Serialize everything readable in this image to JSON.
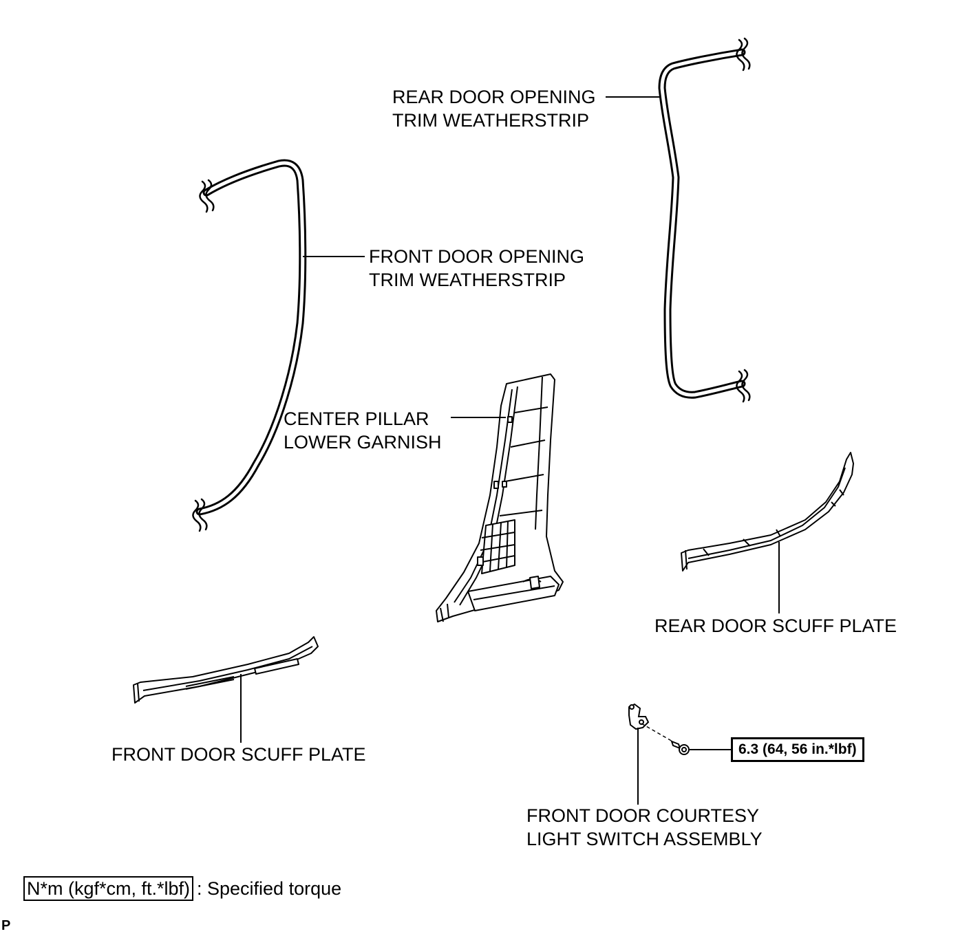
{
  "labels": {
    "rear_door_opening_trim_weatherstrip": [
      "REAR DOOR OPENING",
      "TRIM WEATHERSTRIP"
    ],
    "front_door_opening_trim_weatherstrip": [
      "FRONT DOOR OPENING",
      "TRIM WEATHERSTRIP"
    ],
    "center_pillar_lower_garnish": [
      "CENTER PILLAR",
      "LOWER GARNISH"
    ],
    "rear_door_scuff_plate": "REAR DOOR SCUFF PLATE",
    "front_door_scuff_plate": "FRONT DOOR SCUFF PLATE",
    "front_door_courtesy_light_switch_assembly": [
      "FRONT DOOR COURTESY",
      "LIGHT SWITCH ASSEMBLY"
    ]
  },
  "torque": {
    "value": "6.3 (64, 56 in.*lbf)"
  },
  "legend": {
    "unit_box": "N*m (kgf*cm, ft.*lbf)",
    "description": ": Specified torque"
  },
  "footer_code": "P"
}
